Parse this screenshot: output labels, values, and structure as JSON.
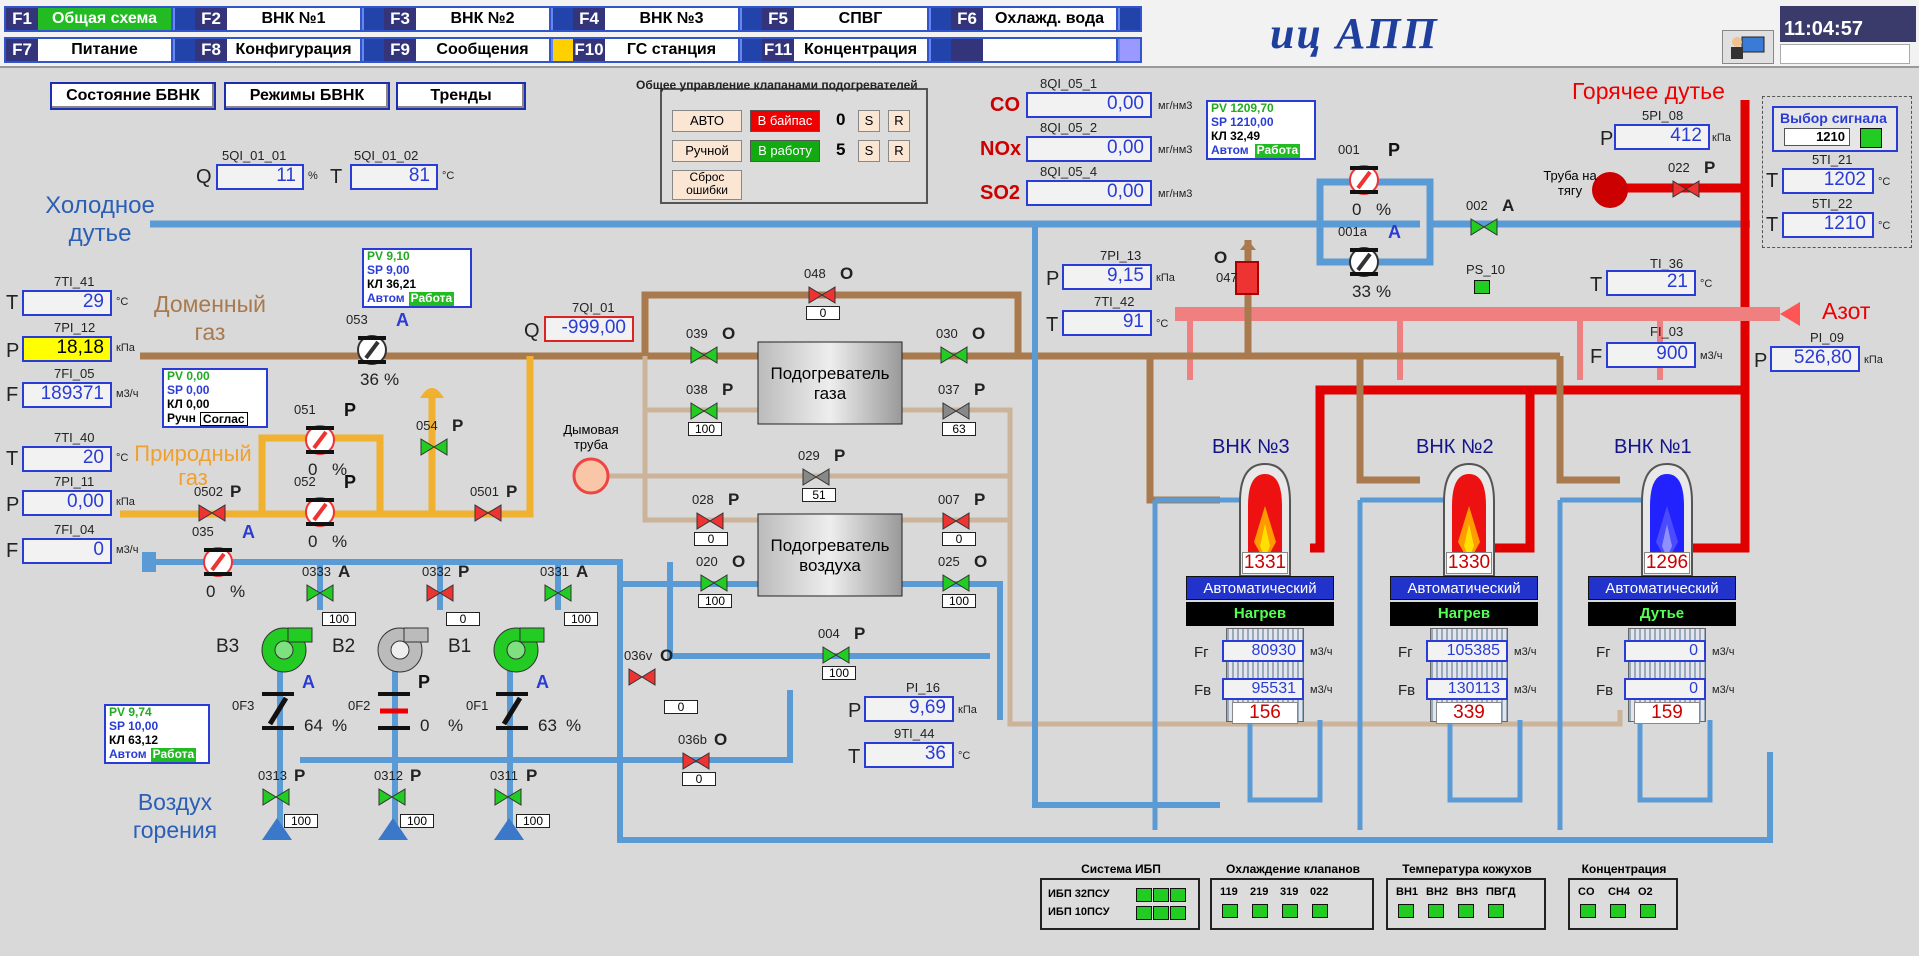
{
  "nav": [
    {
      "key": "F1",
      "label": "Общая схема",
      "active": true
    },
    {
      "key": "F2",
      "label": "ВНК №1"
    },
    {
      "key": "F3",
      "label": "ВНК №2"
    },
    {
      "key": "F4",
      "label": "ВНК №3"
    },
    {
      "key": "F5",
      "label": "СПВГ"
    },
    {
      "key": "F6",
      "label": "Охлажд. вода"
    },
    {
      "key": "F7",
      "label": "Питание"
    },
    {
      "key": "F8",
      "label": "Конфигурация"
    },
    {
      "key": "F9",
      "label": "Сообщения"
    },
    {
      "key": "F10",
      "label": "ГС станция"
    },
    {
      "key": "F11",
      "label": "Концентрация"
    },
    {
      "key": "",
      "label": ""
    }
  ],
  "logo_text": "иц АПП",
  "clock": "11:04:57",
  "tabs": [
    "Состояние БВНК",
    "Режимы БВНК",
    "Тренды"
  ],
  "valve_control": {
    "title": "Общее управление клапанами подогревателей",
    "auto": "АВТО",
    "manual": "Ручной",
    "bypass": "В байпас",
    "work": "В работу",
    "reset": "Сброс ошибки",
    "count1": "0",
    "count2": "5",
    "s": "S",
    "r": "R"
  },
  "gas": {
    "co": {
      "tag": "8QI_05_1",
      "label": "CO",
      "value": "0,00",
      "unit": "мг/нм3"
    },
    "nox": {
      "tag": "8QI_05_2",
      "label": "NOx",
      "value": "0,00",
      "unit": "мг/нм3"
    },
    "so2": {
      "tag": "8QI_05_4",
      "label": "SO2",
      "value": "0,00",
      "unit": "мг/нм3"
    }
  },
  "cold_blast": {
    "label": "Холодное дутье",
    "q_tag": "5QI_01_01",
    "q": "11",
    "q_unit": "%",
    "t_tag": "5QI_01_02",
    "t": "81",
    "t_unit": "°C"
  },
  "hot_blast": {
    "label": "Горячее дутье",
    "p_tag": "5PI_08",
    "p": "412",
    "p_unit": "кПа",
    "t21_tag": "5TI_21",
    "t21": "1202",
    "t22_tag": "5TI_22",
    "t22": "1210",
    "unit_c": "°C"
  },
  "signal_select": {
    "title": "Выбор сигнала",
    "value": "1210"
  },
  "pid_001": {
    "pv": "PV 1209,70",
    "sp": "SP 1210,00",
    "kl": "КЛ 32,49",
    "mode": "Автом",
    "state": "Работа"
  },
  "valve_001": {
    "id": "001",
    "letter": "P",
    "pct": "0",
    "unit": "%"
  },
  "valve_001a": {
    "id": "001а",
    "letter": "A",
    "pct": "33",
    "unit": "%"
  },
  "valve_002": {
    "id": "002",
    "letter": "A"
  },
  "valve_022": {
    "id": "022",
    "letter": "P"
  },
  "chimney_label": "Труба на тягу",
  "nitrogen": {
    "label": "Азот",
    "tag": "PI_09",
    "p": "526,80",
    "unit": "кПа",
    "ps": "PS_10",
    "ti_tag": "TI_36",
    "t": "21",
    "fi_tag": "FI_03",
    "f": "900",
    "f_unit": "м3/ч"
  },
  "blast_furnace_gas": {
    "label": "Доменный газ",
    "t_tag": "7TI_41",
    "t": "29",
    "p_tag": "7PI_12",
    "p": "18,18",
    "f_tag": "7FI_05",
    "f": "189371",
    "q_tag": "7QI_01",
    "q": "-999,00"
  },
  "pid_053": {
    "pv": "PV 9,10",
    "sp": "SP 9,00",
    "kl": "КЛ 36,21",
    "mode": "Автом",
    "state": "Работа"
  },
  "valve_053": {
    "id": "053",
    "letter": "A",
    "pct": "36",
    "unit": "%"
  },
  "natural_gas": {
    "label": "Природный газ",
    "t_tag": "7TI_40",
    "t": "20",
    "p_tag": "7PI_11",
    "p": "0,00",
    "f_tag": "7FI_04",
    "f": "0"
  },
  "pid_051": {
    "pv": "PV 0,00",
    "sp": "SP 0,00",
    "kl": "КЛ 0,00",
    "mode": "Ручн",
    "state": "Соглас"
  },
  "valve_051": {
    "id": "051",
    "letter": "P",
    "pct": "0",
    "unit": "%"
  },
  "valve_052": {
    "id": "052",
    "letter": "P",
    "pct": "0",
    "unit": "%"
  },
  "valve_054": {
    "id": "054",
    "letter": "P"
  },
  "valve_0501": {
    "id": "0501",
    "letter": "P"
  },
  "valve_0502": {
    "id": "0502",
    "letter": "P"
  },
  "valve_035": {
    "id": "035",
    "letter": "A",
    "pct": "0",
    "unit": "%"
  },
  "heater_gas": "Подогреватель газа",
  "heater_air": "Подогреватель воздуха",
  "smoke_stack": "Дымовая труба",
  "valves_heater": [
    {
      "id": "048",
      "letter": "O",
      "pct": "0"
    },
    {
      "id": "039",
      "letter": "O"
    },
    {
      "id": "030",
      "letter": "O"
    },
    {
      "id": "038",
      "letter": "P",
      "pct": "100"
    },
    {
      "id": "037",
      "letter": "P",
      "pct": "63"
    },
    {
      "id": "029",
      "letter": "P",
      "pct": "51"
    },
    {
      "id": "028",
      "letter": "P",
      "pct": "0"
    },
    {
      "id": "007",
      "letter": "P",
      "pct": "0"
    },
    {
      "id": "020",
      "letter": "O",
      "pct": "100"
    },
    {
      "id": "025",
      "letter": "O",
      "pct": "100"
    },
    {
      "id": "004",
      "letter": "P",
      "pct": "100"
    },
    {
      "id": "036v",
      "letter": "O",
      "pct": "0"
    },
    {
      "id": "036b",
      "letter": "O",
      "pct": "0"
    },
    {
      "id": "047",
      "letter": "O"
    }
  ],
  "mid_readings": {
    "p13_tag": "7PI_13",
    "p13": "9,15",
    "t42_tag": "7TI_42",
    "t42": "91",
    "p16_tag": "PI_16",
    "p16": "9,69",
    "t44_tag": "9TI_44",
    "t44": "36",
    "unit_kpa": "кПа",
    "unit_c": "°C"
  },
  "fans": [
    {
      "id": "B3"
    },
    {
      "id": "B2"
    },
    {
      "id": "B1"
    }
  ],
  "fan_valves": [
    {
      "id": "0333",
      "letter": "A",
      "pct": "100"
    },
    {
      "id": "0332",
      "letter": "P",
      "pct": "0"
    },
    {
      "id": "0331",
      "letter": "A",
      "pct": "100"
    }
  ],
  "fan_dampers": [
    {
      "id": "0F3",
      "letter": "A",
      "pct": "64",
      "unit": "%"
    },
    {
      "id": "0F2",
      "letter": "P",
      "pct": "0",
      "unit": "%"
    },
    {
      "id": "0F1",
      "letter": "A",
      "pct": "63",
      "unit": "%"
    }
  ],
  "pid_air": {
    "pv": "PV 9,74",
    "sp": "SP 10,00",
    "kl": "КЛ 63,12",
    "mode": "Автом",
    "state": "Работа"
  },
  "combustion_air": {
    "label": "Воздух горения"
  },
  "air_valves": [
    {
      "id": "0313",
      "letter": "P",
      "pct": "100"
    },
    {
      "id": "0312",
      "letter": "P",
      "pct": "100"
    },
    {
      "id": "0311",
      "letter": "P",
      "pct": "100"
    }
  ],
  "furnaces": [
    {
      "name": "ВНК №3",
      "temp": "1331",
      "mode": "Автоматический",
      "state": "Нагрев",
      "fg": "80930",
      "fv": "95531",
      "bottom": "156",
      "flame": "#e11"
    },
    {
      "name": "ВНК №2",
      "temp": "1330",
      "mode": "Автоматический",
      "state": "Нагрев",
      "fg": "105385",
      "fv": "130113",
      "bottom": "339",
      "flame": "#e11"
    },
    {
      "name": "ВНК №1",
      "temp": "1296",
      "mode": "Автоматический",
      "state": "Дутье",
      "fg": "0",
      "fv": "0",
      "bottom": "159",
      "flame": "#2222ff"
    }
  ],
  "furnace_labels": {
    "fg": "Fг",
    "fv": "Fв",
    "unit": "м3/ч"
  },
  "status_panels": [
    {
      "title": "Система ИБП",
      "rows": [
        "ИБП 32ПСУ",
        "ИБП 10ПСУ"
      ]
    },
    {
      "title": "Охлаждение клапанов",
      "items": [
        "119",
        "219",
        "319",
        "022"
      ]
    },
    {
      "title": "Температура кожухов",
      "items": [
        "ВН1",
        "ВН2",
        "ВН3",
        "ПВГД"
      ]
    },
    {
      "title": "Концентрация",
      "items": [
        "CO",
        "CH4",
        "O2"
      ]
    }
  ],
  "colors": {
    "blue_pipe": "#5b9bd5",
    "brown_pipe": "#a87a4e",
    "red_pipe": "#e00000",
    "pink_pipe": "#f08080",
    "yellow_pipe": "#f0b030",
    "tan_pipe": "#cbb49a"
  }
}
